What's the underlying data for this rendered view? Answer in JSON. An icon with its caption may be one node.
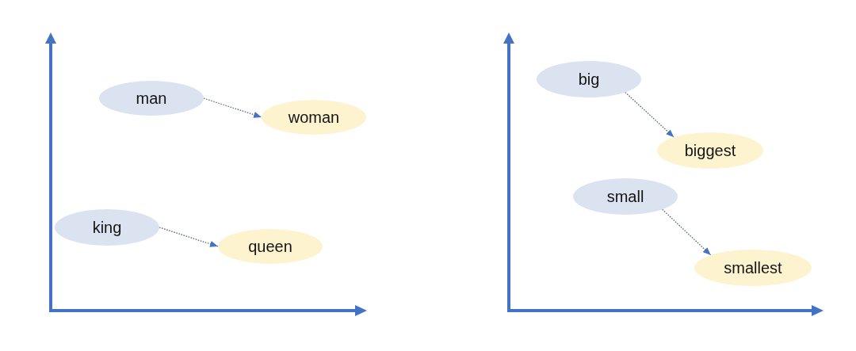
{
  "diagram": {
    "nodes": [
      {
        "text": [
          "man"
        ]
      },
      {
        "text": [
          "woman"
        ]
      },
      {
        "text": [
          "king"
        ]
      },
      {
        "text": [
          "queen"
        ]
      },
      {
        "text": [
          "big"
        ]
      },
      {
        "text": [
          "biggest"
        ]
      },
      {
        "text": [
          "small"
        ]
      },
      {
        "text": [
          "smallest"
        ]
      }
    ],
    "edges": [
      {
        "from": 0,
        "to": 1,
        "arrow": "to",
        "style": "dashed"
      },
      {
        "from": 2,
        "to": 3,
        "arrow": "to",
        "style": "dashed"
      },
      {
        "from": 4,
        "to": 5,
        "arrow": "to",
        "style": "dashed"
      },
      {
        "from": 6,
        "to": 7,
        "arrow": "to",
        "style": "dashed"
      }
    ]
  }
}
